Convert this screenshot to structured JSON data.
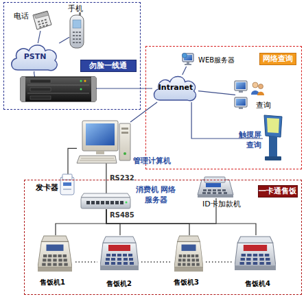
{
  "diagram": {
    "nodes": [
      {
        "text": [
          "勿脸一线通"
        ]
      },
      {
        "text": [
          "电话"
        ],
        "in": 0
      },
      {
        "text": [
          "手机"
        ],
        "in": 0
      },
      {
        "text": [
          "PSTN"
        ],
        "in": 0
      },
      {
        "text": [
          "网络查询"
        ]
      },
      {
        "text": [
          "WEB服务器"
        ],
        "in": 4
      },
      {
        "text": [
          "Intranet"
        ],
        "in": 4
      },
      {
        "text": [
          "查询"
        ],
        "in": 4
      },
      {
        "text": [
          "触摸屏 查询"
        ],
        "in": 4
      },
      {
        "text": [
          "管理计算机"
        ]
      },
      {
        "text": [
          "一卡通售饭"
        ]
      },
      {
        "text": [
          "发卡器"
        ],
        "in": 10
      },
      {
        "text": [
          "消费机 网络服务器"
        ],
        "in": 10
      },
      {
        "text": [
          "ID卡加款机"
        ],
        "in": 10
      },
      {
        "text": [
          "售饭机1"
        ],
        "in": 10
      },
      {
        "text": [
          "售饭机2"
        ],
        "in": 10
      },
      {
        "text": [
          "售饭机3"
        ],
        "in": 10
      },
      {
        "text": [
          "售饭机4"
        ],
        "in": 10
      }
    ],
    "edges": [
      {
        "from": 1,
        "to": 3,
        "arrow": "none"
      },
      {
        "from": 2,
        "to": 3,
        "arrow": "none"
      },
      {
        "from": 6,
        "to": 5,
        "arrow": "none"
      },
      {
        "from": 6,
        "to": 7,
        "arrow": "none"
      },
      {
        "from": 6,
        "to": 8,
        "arrow": "none"
      },
      {
        "from": 6,
        "to": 9,
        "arrow": "none"
      },
      {
        "from": 9,
        "to": 11,
        "arrow": "none"
      },
      {
        "from": 9,
        "to": 12,
        "label": "RS232",
        "arrow": "none"
      },
      {
        "from": 12,
        "to": 13,
        "arrow": "none"
      },
      {
        "from": 12,
        "to": 14,
        "arrow": "none"
      },
      {
        "from": 12,
        "to": 15,
        "arrow": "none"
      },
      {
        "from": 12,
        "to": 16,
        "arrow": "none"
      },
      {
        "from": 12,
        "to": 17,
        "arrow": "none"
      }
    ],
    "labels": [
      "RS485"
    ]
  }
}
